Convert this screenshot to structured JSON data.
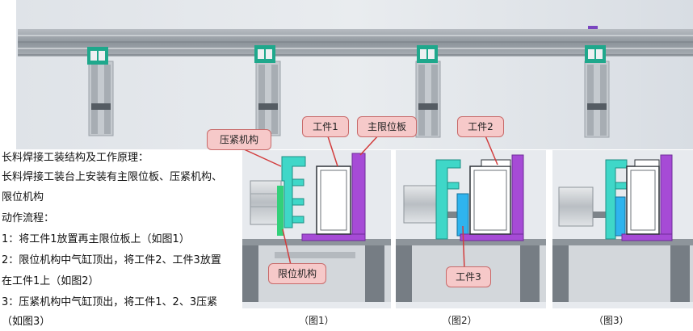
{
  "description": {
    "title": "长料焊接工装结构及工作原理：",
    "line1": "长料焊接工装台上安装有主限位板、压紧机构、",
    "line2": "限位机构",
    "flow_title": "动作流程：",
    "step1": "1：将工件1放置再主限位板上（如图1）",
    "step2a": "2：限位机构中气缸顶出，将工件2、工件3放置",
    "step2b": "在工件1上（如图2）",
    "step3a": "3：压紧机构中气缸顶出，将工件1、2、3压紧",
    "step3b": "（如图3）"
  },
  "callouts": {
    "clamp": "压紧机构",
    "workpiece1": "工件1",
    "main_limit_plate": "主限位板",
    "workpiece2": "工件2",
    "limit_mechanism": "限位机构",
    "workpiece3": "工件3"
  },
  "captions": {
    "fig1": "（图1）",
    "fig2": "（图2）",
    "fig3": "（图3）"
  },
  "colors": {
    "clamp_cyan": "#3fd7c8",
    "limit_blue": "#2fb4ee",
    "main_plate_purple": "#a64bd6",
    "callout_fill": "#f6c9c9",
    "callout_border": "#c86a6a",
    "leader_red": "#d23c3c"
  }
}
